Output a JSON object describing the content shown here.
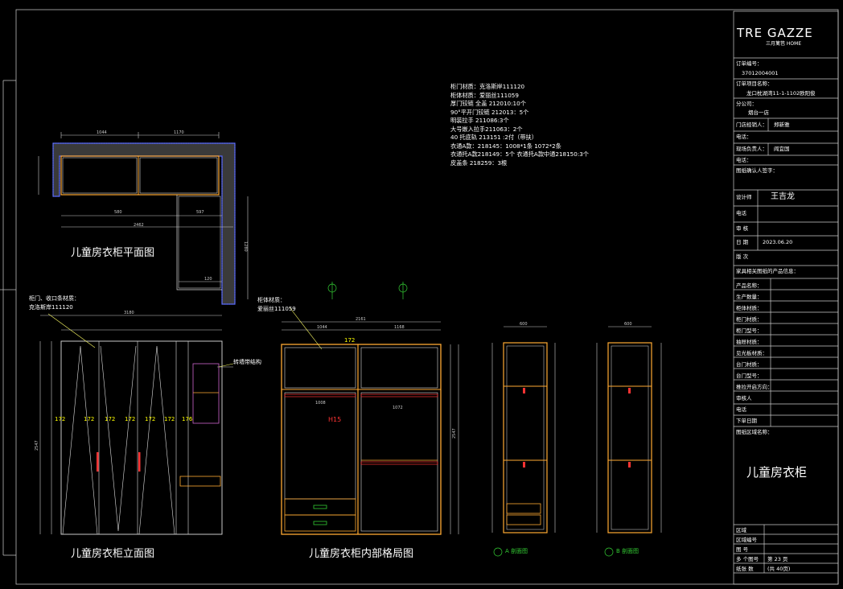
{
  "logo": {
    "brand": "TRE GAZZE",
    "sub": "三月篱笆 HOME"
  },
  "views": {
    "plan_title": "儿童房衣柜平面图",
    "elevation_title": "儿童房衣柜立面图",
    "interior_title": "儿童房衣柜内部格局图"
  },
  "notes": [
    "柜门材质：克洛斯岸111120",
    "柜体材质：爱丽丝111059",
    "厚门铰链 全盖 212010:10个",
    "90°平开门铰链 212013：5个",
    "明装拉手 211086:3个",
    "大号嵌入拉手211063：2个",
    "40 托底轨 213151 :2付（带扶）",
    "衣通A款：218145：1008*1条  1072*2条",
    "衣通托A款218149：5个  衣通托A款中通218150:3个",
    "皮盖条 218259：3根"
  ],
  "callouts": {
    "door_material": "柜门、收口条材质：",
    "door_material_val": "克洛斯岸111120",
    "body_material": "柜体材质：",
    "body_material_val": "爱丽丝111059",
    "shelf_struct": "转墙带结构",
    "section_a": "A 剖面图",
    "section_b": "B 剖面图",
    "h15": "H15"
  },
  "dims": {
    "plan_top_1": "1044",
    "plan_top_2": "1170",
    "plan_overall": "2462",
    "plan_side": "1280",
    "plan_depth": "580",
    "plan_bot": "597",
    "plan_small": "120",
    "elev_total": "3180",
    "elev_h": "2547",
    "int_total": "2161",
    "int_1": "1044",
    "int_2": "1168",
    "int_rail1": "1008",
    "int_rail2": "1072",
    "int_h": "2547",
    "sec_w": "600"
  },
  "labels_172": "172",
  "labels_176": "176",
  "titleblock": {
    "order_no_label": "订单编号：",
    "order_no": "37012004001",
    "project_label": "订单项目名称：",
    "project": "龙口枕湖湾11-1-1102欧阳俊",
    "branch_label": "分公司：",
    "branch": "烟台一店",
    "shop_label": "门店经销人：",
    "shop": "郑新雅",
    "phone_label": "电话：",
    "owner_label": "现场负责人：",
    "owner": "阎宜国",
    "phone2_label": "电话：",
    "client_sign": "图纸确认人签字：",
    "designer_label": "设计师",
    "designer": "王吉龙",
    "tel_label": "电话",
    "review_label": "审 核",
    "date_label": "日 期",
    "date": "2023.06.20",
    "version_label": "版 次",
    "product_info": "家具相关图纸的产品信息：",
    "rows": [
      "产品名称：",
      "生产数量：",
      "柜体材质：",
      "柜门材质：",
      "柜门型号：",
      "抽屉材质：",
      "见光板材质：",
      "台门材质：",
      "台门型号：",
      "推拉开启方向：",
      "审核人",
      "电话",
      "下单日期"
    ],
    "remarks": "图纸区域名称：",
    "area": "儿童房衣柜",
    "b1": "区域",
    "b2": "区域编号",
    "b3": "图 号",
    "b4": "多 个图号",
    "b4_val": "第 23 页",
    "b5": "纸张 数",
    "b5_val": "(共 40页)"
  }
}
